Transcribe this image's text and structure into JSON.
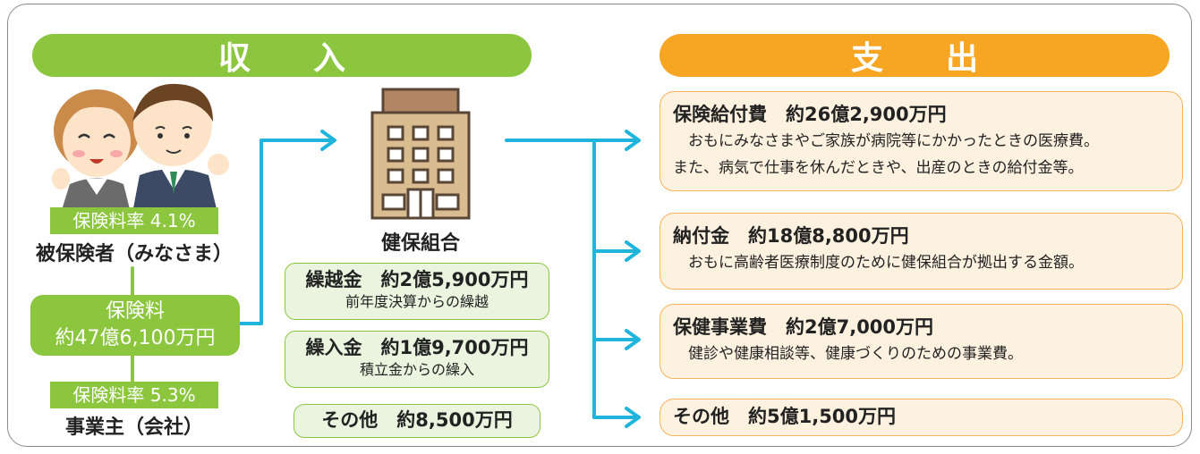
{
  "income": {
    "header_left": "収",
    "header_right": "入",
    "employee_rate_tag": "保険料率 4.1%",
    "employee_label": "被保険者（みなさま）",
    "premium_line1": "保険料",
    "premium_line2": "約47億6,100万円",
    "employer_rate_tag": "保険料率 5.3%",
    "employer_label": "事業主（会社）"
  },
  "center": {
    "building_label": "健保組合",
    "boxes": [
      {
        "title": "繰越金　約2億5,900万円",
        "sub": "前年度決算からの繰越"
      },
      {
        "title": "繰入金　約1億9,700万円",
        "sub": "積立金からの繰入"
      },
      {
        "title": "その他　約8,500万円"
      }
    ]
  },
  "expense": {
    "header_left": "支",
    "header_right": "出",
    "items": [
      {
        "title": "保険給付費　約26億2,900万円",
        "desc1": "おもにみなさまやご家族が病院等にかかったときの医療費。",
        "desc2": "また、病気で仕事を休んだときや、出産のときの給付金等。"
      },
      {
        "title": "納付金　約18億8,800万円",
        "desc1": "おもに高齢者医療制度のために健保組合が拠出する金額。"
      },
      {
        "title": "保健事業費　約2億7,000万円",
        "desc1": "健診や健康相談等、健康づくりのための事業費。"
      },
      {
        "title": "その他　約5億1,500万円"
      }
    ]
  },
  "colors": {
    "green": "#8cc63f",
    "orange": "#f6a623",
    "cyan": "#1fb4dc",
    "light_green": "#eaf4df",
    "light_orange": "#fdf1df"
  },
  "icons": [
    "people-illustration",
    "building-icon",
    "arrow-icon"
  ]
}
